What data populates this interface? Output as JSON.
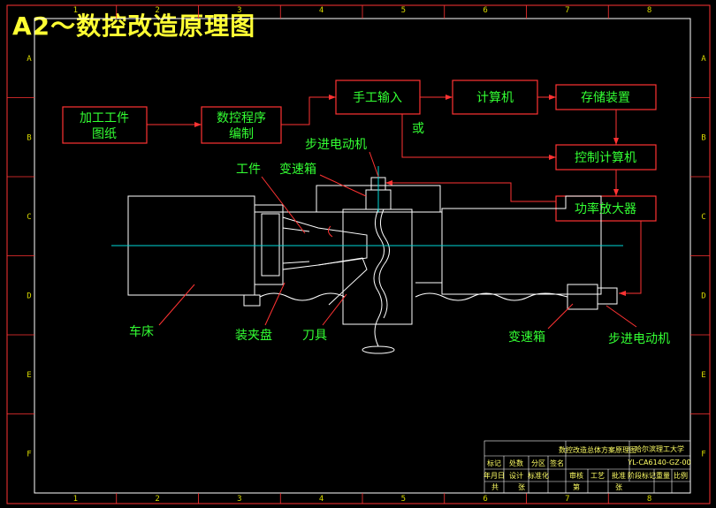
{
  "title": "A2～数控改造原理图",
  "boxes": {
    "workpiece_drawing": "加工工件\n图纸",
    "nc_program": "数控程序\n编制",
    "manual_input": "手工输入",
    "computer": "计算机",
    "storage": "存储装置",
    "control_computer": "控制计算机",
    "power_amplifier": "功率放大器"
  },
  "labels": {
    "or": "或",
    "stepper_motor_top": "步进电动机",
    "workpiece": "工件",
    "gearbox_top": "变速箱",
    "lathe": "车床",
    "chuck": "装夹盘",
    "tool": "刀具",
    "gearbox_bottom": "变速箱",
    "stepper_motor_bottom": "步进电动机"
  },
  "grid": {
    "columns": [
      "1",
      "2",
      "3",
      "4",
      "5",
      "6",
      "7",
      "8"
    ],
    "rows": [
      "A",
      "B",
      "C",
      "D",
      "E",
      "F"
    ]
  },
  "title_block": {
    "name": "数控改造总体方案原理图",
    "school": "哈尔滨理工大学",
    "drawing_no": "YL-CA6140-GZ-00",
    "cells": [
      "标记",
      "处数",
      "分区",
      "签名",
      "年月日",
      "设计",
      "标准化",
      "审核",
      "工艺",
      "批准",
      "阶段标记",
      "重量",
      "比例",
      "共",
      "张",
      "第",
      "张"
    ]
  },
  "colors": {
    "box_border": "#ff3333",
    "label": "#33ff33",
    "title": "#ffff33",
    "centerline": "#00d8d8",
    "frame": "#ffffff"
  }
}
